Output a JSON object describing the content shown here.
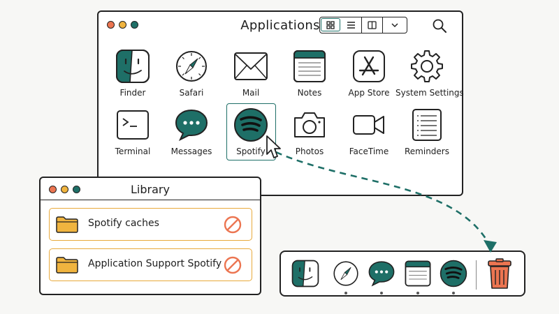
{
  "applications_window": {
    "title": "Applications",
    "view_buttons": [
      "grid-view-icon",
      "list-view-icon",
      "column-view-icon",
      "chevron-down-icon"
    ],
    "apps": [
      {
        "name": "Finder",
        "icon": "finder-icon"
      },
      {
        "name": "Safari",
        "icon": "safari-icon"
      },
      {
        "name": "Mail",
        "icon": "mail-icon"
      },
      {
        "name": "Notes",
        "icon": "notes-icon"
      },
      {
        "name": "App Store",
        "icon": "app-store-icon"
      },
      {
        "name": "System Settings",
        "icon": "gear-icon"
      },
      {
        "name": "Terminal",
        "icon": "terminal-icon"
      },
      {
        "name": "Messages",
        "icon": "messages-icon"
      },
      {
        "name": "Spotify",
        "icon": "spotify-icon",
        "selected": true
      },
      {
        "name": "Photos",
        "icon": "camera-icon"
      },
      {
        "name": "FaceTime",
        "icon": "video-camera-icon"
      },
      {
        "name": "Reminders",
        "icon": "reminders-icon"
      }
    ]
  },
  "library_window": {
    "title": "Library",
    "items": [
      {
        "label": "Spotify caches",
        "icon": "folder-icon",
        "action_icon": "prohibited-icon"
      },
      {
        "label": "Application Support Spotify",
        "icon": "folder-icon",
        "action_icon": "prohibited-icon"
      }
    ]
  },
  "dock": {
    "items": [
      "finder-icon",
      "safari-icon",
      "messages-icon",
      "notes-icon",
      "spotify-icon"
    ],
    "trash": "trash-icon"
  },
  "colors": {
    "accent_teal": "#1e6f67",
    "folder_yellow": "#f0b43f",
    "delete_orange": "#ec7551",
    "outline": "#222222"
  }
}
